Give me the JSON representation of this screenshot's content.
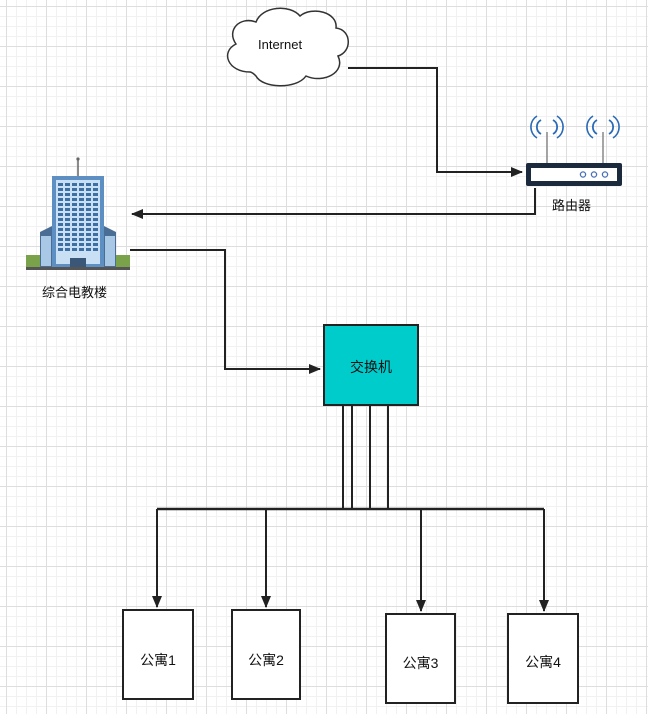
{
  "nodes": {
    "internet": {
      "label": "Internet"
    },
    "router": {
      "label": "路由器"
    },
    "building": {
      "label": "综合电教楼"
    },
    "switch": {
      "label": "交换机",
      "fill": "#00CCCC"
    },
    "apartments": [
      {
        "label": "公寓1"
      },
      {
        "label": "公寓2"
      },
      {
        "label": "公寓3"
      },
      {
        "label": "公寓4"
      }
    ]
  },
  "colors": {
    "line": "#222222",
    "router_led": "#4a6fb5",
    "antenna": "#2a6ab7"
  }
}
